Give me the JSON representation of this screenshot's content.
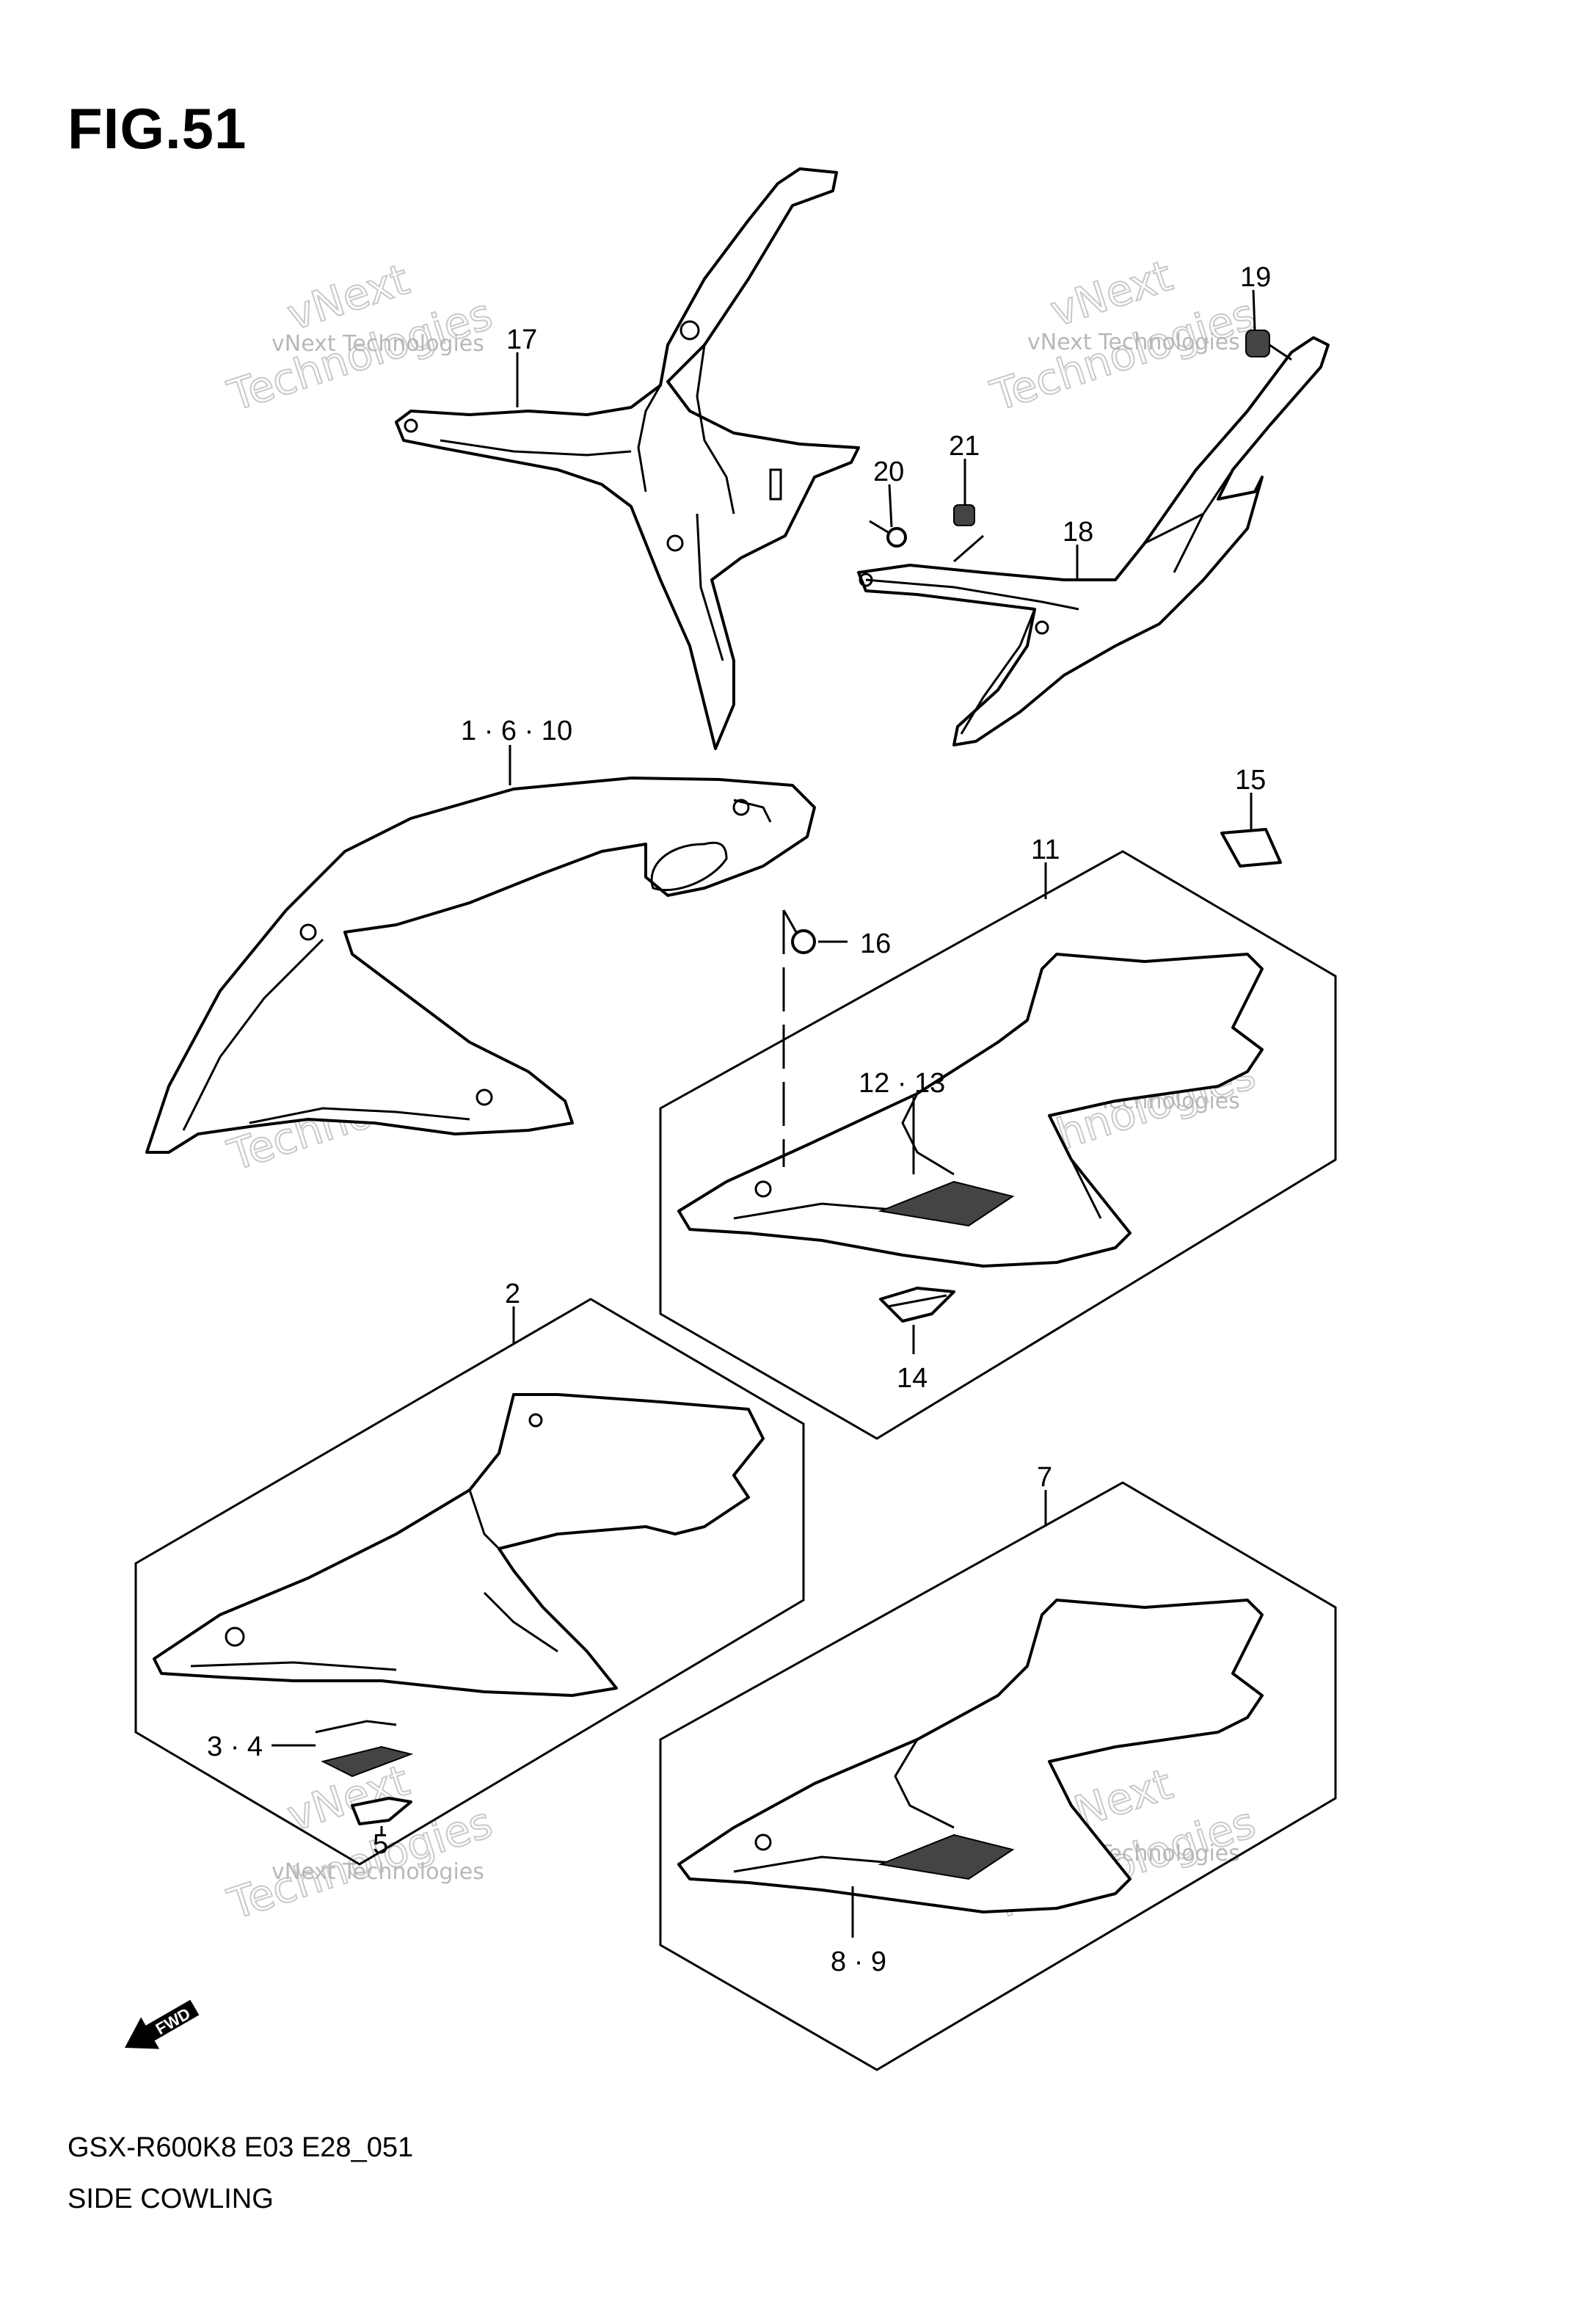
{
  "figure": {
    "title": "FIG.51",
    "model_code": "GSX-R600K8 E03 E28_051",
    "section_name": "SIDE COWLING"
  },
  "callouts": [
    {
      "id": "c17",
      "label": "17"
    },
    {
      "id": "c19",
      "label": "19"
    },
    {
      "id": "c20",
      "label": "20"
    },
    {
      "id": "c21",
      "label": "21"
    },
    {
      "id": "c18",
      "label": "18"
    },
    {
      "id": "c1610",
      "label": "1 · 6 · 10"
    },
    {
      "id": "c15",
      "label": "15"
    },
    {
      "id": "c11",
      "label": "11"
    },
    {
      "id": "c16",
      "label": "16"
    },
    {
      "id": "c1213",
      "label": "12 · 13"
    },
    {
      "id": "c14",
      "label": "14"
    },
    {
      "id": "c2",
      "label": "2"
    },
    {
      "id": "c7",
      "label": "7"
    },
    {
      "id": "c34",
      "label": "3 · 4"
    },
    {
      "id": "c5",
      "label": "5"
    },
    {
      "id": "c89",
      "label": "8 · 9"
    }
  ],
  "watermark": {
    "company": "vNext Technologies",
    "word1": "vNext",
    "word2": "Technologies"
  },
  "fwd_label": "FWD"
}
